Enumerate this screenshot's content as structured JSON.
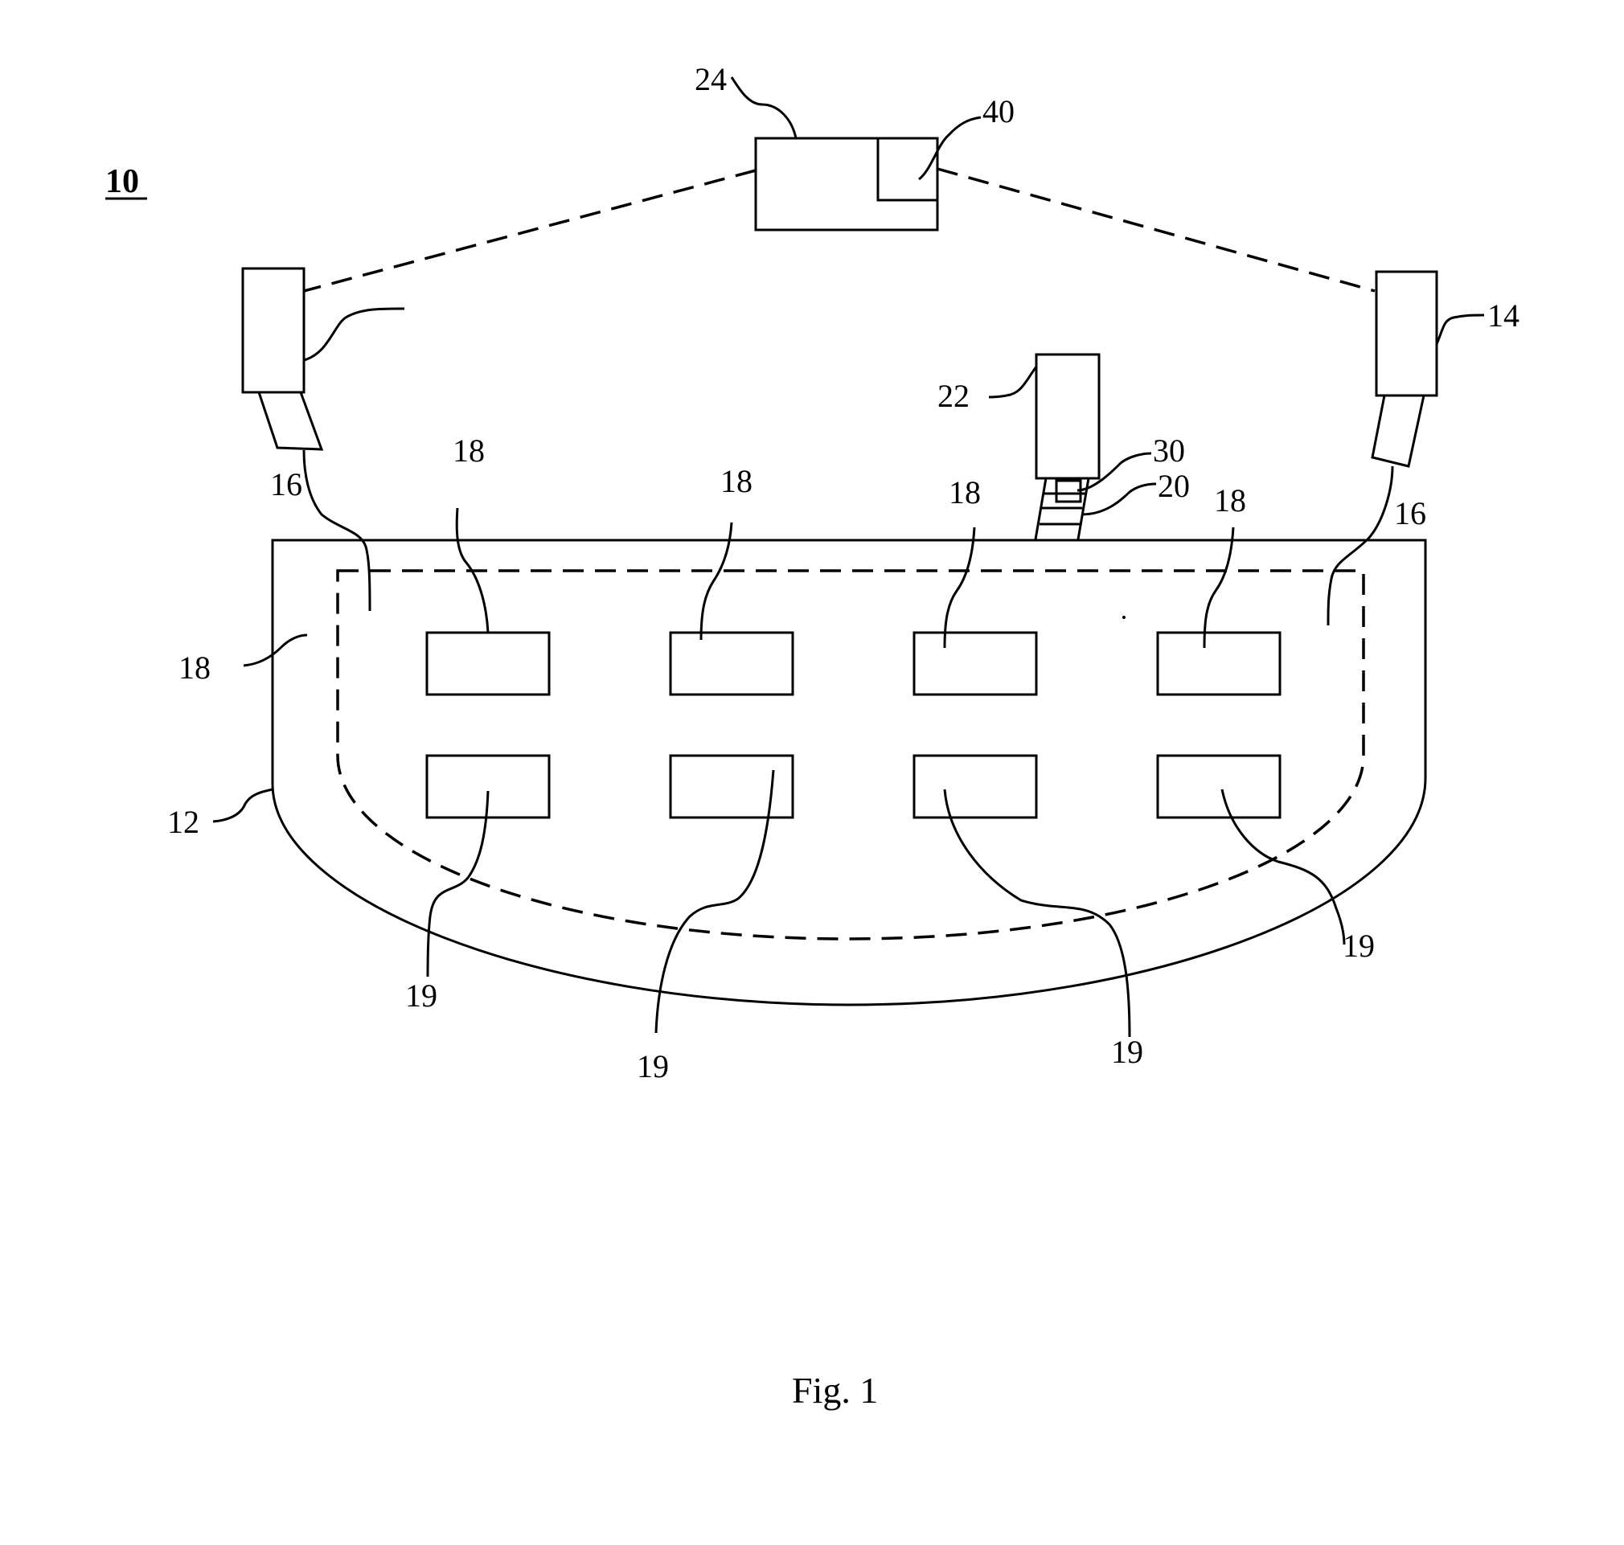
{
  "figure": {
    "number_label": "10",
    "caption": "Fig. 1"
  },
  "labels": {
    "controller": "24",
    "controller_module": "40",
    "camera_left_unlabeled": "",
    "camera_right": "14",
    "device": "22",
    "device_part_30": "30",
    "device_part_20": "20",
    "lens_left": "16",
    "lens_right": "16",
    "container": "12",
    "region_outer": "18",
    "top_items": [
      "18",
      "18",
      "18",
      "18"
    ],
    "bottom_items": [
      "19",
      "19",
      "19",
      "19"
    ]
  }
}
